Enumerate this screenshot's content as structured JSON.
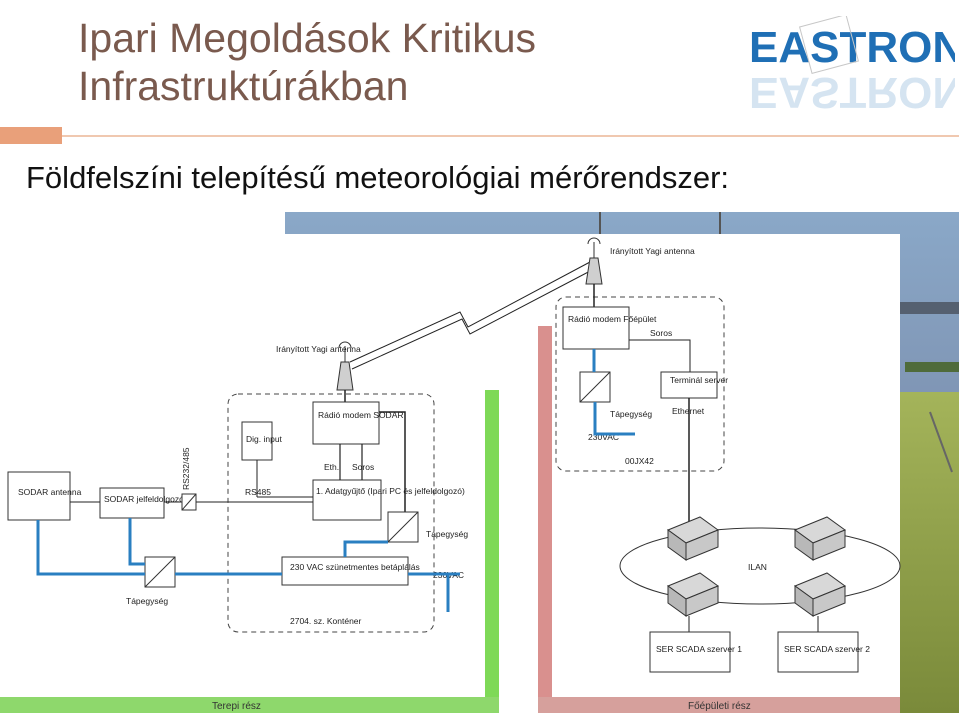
{
  "header": {
    "title_line1": "Ipari Megoldások Kritikus",
    "title_line2": "Infrastruktúrákban",
    "subtitle": "Földfelszíni telepítésű meteorológiai mérőrendszer:",
    "logo_text": "EASTRON",
    "colors": {
      "title": "#7a5a4e",
      "accent": "#e9a07a",
      "logo": "#1f6fb5"
    }
  },
  "diagram": {
    "field_antenna": "Irányított Yagi antenna",
    "building_antenna": "Irányított Yagi antenna",
    "radio_sodar": "Rádió modem SODAR",
    "radio_building": "Rádió modem Főépület",
    "dig_input": "Dig. input",
    "sodar_antenna": "SODAR antenna",
    "sodar_processor": "SODAR jelfeldolgozó",
    "rs232": "RS232/485",
    "rs485": "RS485",
    "eth": "Eth.",
    "soros_field": "Soros",
    "collector": "1. Adatgyűjtő (Ipari PC és jelfeldolgozó)",
    "psu_field": "Tápegység",
    "psu_container": "Tápegység",
    "psu_building": "Tápegység",
    "ups": "230 VAC szünetmentes betáplálás",
    "vac_field": "230VAC",
    "vac_building": "230VAC",
    "container": "2704. sz. Konténer",
    "soros_building": "Soros",
    "terminal_server": "Terminál server",
    "ethernet": "Ethernet",
    "box_code": "00JX42",
    "ilan": "ILAN",
    "ser1": "SER SCADA szerver 1",
    "ser2": "SER SCADA szerver 2",
    "field_section": "Terepi rész",
    "building_section": "Főépületi rész",
    "colors": {
      "field_zone": "#7ed957",
      "building_zone": "#d9908e",
      "cable_blue": "#2a7fc1"
    }
  }
}
